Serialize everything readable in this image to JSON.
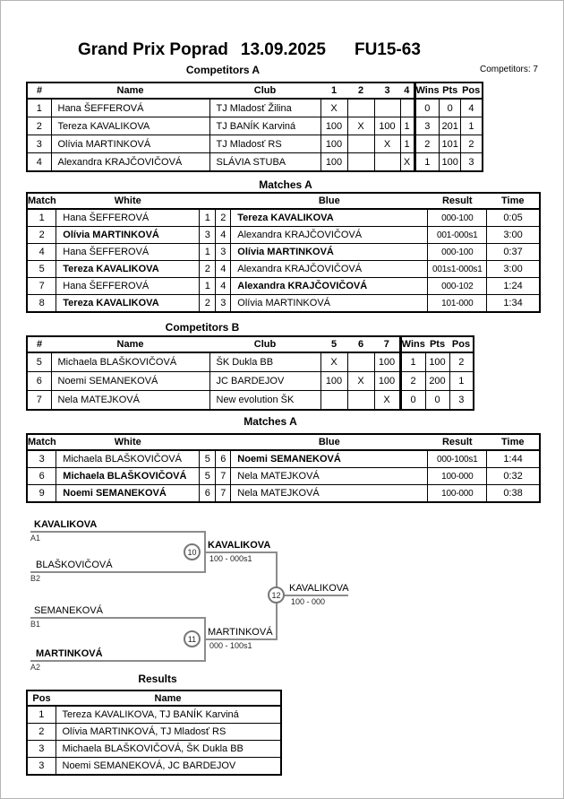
{
  "page": {
    "title_event": "Grand Prix Poprad",
    "title_date": "13.09.2025",
    "title_category": "FU15-63",
    "competitors_count": "Competitors: 7"
  },
  "competitors_a": {
    "heading": "Competitors A",
    "headers": [
      "#",
      "Name",
      "Club",
      "1",
      "2",
      "3",
      "4",
      "Wins",
      "Pts",
      "Pos"
    ],
    "rows": [
      [
        "1",
        "Hana ŠEFFEROVÁ",
        "TJ Mladosť Žilina",
        "X",
        "",
        "",
        "",
        "0",
        "0",
        "4"
      ],
      [
        "2",
        "Tereza KAVALIKOVA",
        "TJ BANÍK Karviná",
        "100",
        "X",
        "100",
        "1",
        "3",
        "201",
        "1"
      ],
      [
        "3",
        "Olívia MARTINKOVÁ",
        "TJ Mladosť RS",
        "100",
        "",
        "X",
        "1",
        "2",
        "101",
        "2"
      ],
      [
        "4",
        "Alexandra KRAJČOVIČOVÁ",
        "SLÁVIA STUBA",
        "100",
        "",
        "",
        "X",
        "1",
        "100",
        "3"
      ]
    ]
  },
  "matches_a": {
    "heading": "Matches A",
    "headers": [
      "Match",
      "White",
      "",
      "",
      "Blue",
      "Result",
      "Time"
    ],
    "rows": [
      [
        "1",
        "Hana ŠEFFEROVÁ",
        "1",
        "2",
        {
          "t": "Tereza KAVALIKOVA",
          "b": true
        },
        "000-100",
        "0:05"
      ],
      [
        "2",
        {
          "t": "Olívia MARTINKOVÁ",
          "b": true
        },
        "3",
        "4",
        "Alexandra KRAJČOVIČOVÁ",
        "001-000s1",
        "3:00"
      ],
      [
        "4",
        "Hana ŠEFFEROVÁ",
        "1",
        "3",
        {
          "t": "Olívia MARTINKOVÁ",
          "b": true
        },
        "000-100",
        "0:37"
      ],
      [
        "5",
        {
          "t": "Tereza KAVALIKOVA",
          "b": true
        },
        "2",
        "4",
        "Alexandra KRAJČOVIČOVÁ",
        "001s1-000s1",
        "3:00"
      ],
      [
        "7",
        "Hana ŠEFFEROVÁ",
        "1",
        "4",
        {
          "t": "Alexandra KRAJČOVIČOVÁ",
          "b": true
        },
        "000-102",
        "1:24"
      ],
      [
        "8",
        {
          "t": "Tereza KAVALIKOVA",
          "b": true
        },
        "2",
        "3",
        "Olívia MARTINKOVÁ",
        "101-000",
        "1:34"
      ]
    ]
  },
  "competitors_b": {
    "heading": "Competitors B",
    "headers": [
      "#",
      "Name",
      "Club",
      "5",
      "6",
      "7",
      "Wins",
      "Pts",
      "Pos"
    ],
    "rows": [
      [
        "5",
        "Michaela BLAŠKOVIČOVÁ",
        "ŠK Dukla BB",
        "X",
        "",
        "100",
        "1",
        "100",
        "2"
      ],
      [
        "6",
        "Noemi SEMANEKOVÁ",
        "JC BARDEJOV",
        "100",
        "X",
        "100",
        "2",
        "200",
        "1"
      ],
      [
        "7",
        "Nela MATEJKOVÁ",
        "New evolution ŠK",
        "",
        "",
        "X",
        "0",
        "0",
        "3"
      ]
    ]
  },
  "matches_b": {
    "heading": "Matches A",
    "headers": [
      "Match",
      "White",
      "",
      "",
      "Blue",
      "Result",
      "Time"
    ],
    "rows": [
      [
        "3",
        "Michaela BLAŠKOVIČOVÁ",
        "5",
        "6",
        {
          "t": "Noemi SEMANEKOVÁ",
          "b": true
        },
        "000-100s1",
        "1:44"
      ],
      [
        "6",
        {
          "t": "Michaela BLAŠKOVIČOVÁ",
          "b": true
        },
        "5",
        "7",
        "Nela MATEJKOVÁ",
        "100-000",
        "0:32"
      ],
      [
        "9",
        {
          "t": "Noemi SEMANEKOVÁ",
          "b": true
        },
        "6",
        "7",
        "Nela MATEJKOVÁ",
        "100-000",
        "0:38"
      ]
    ]
  },
  "bracket": {
    "entry_1": {
      "name": "KAVALIKOVA",
      "seed": "A1",
      "bold": true
    },
    "entry_2": {
      "name": "BLAŠKOVIČOVÁ",
      "seed": "B2",
      "bold": false
    },
    "entry_3": {
      "name": "SEMANEKOVÁ",
      "seed": "B1",
      "bold": false
    },
    "entry_4": {
      "name": "MARTINKOVÁ",
      "seed": "A2",
      "bold": true
    },
    "semi_1": {
      "match_no": "10",
      "winner": "KAVALIKOVA",
      "result": "100 - 000s1",
      "bold": true
    },
    "semi_2": {
      "match_no": "11",
      "winner": "MARTINKOVÁ",
      "result": "000 - 100s1",
      "bold": false
    },
    "final": {
      "match_no": "12",
      "winner": "KAVALIKOVA",
      "result": "100 - 000",
      "bold": false
    }
  },
  "results": {
    "heading": "Results",
    "headers": [
      "Pos",
      "Name"
    ],
    "rows": [
      [
        "1",
        "Tereza KAVALIKOVA, TJ BANÍK Karviná"
      ],
      [
        "2",
        "Olívia MARTINKOVÁ, TJ Mladosť RS"
      ],
      [
        "3",
        "Michaela BLAŠKOVIČOVÁ, ŠK Dukla BB"
      ],
      [
        "3",
        "Noemi SEMANEKOVÁ, JC BARDEJOV"
      ]
    ]
  }
}
